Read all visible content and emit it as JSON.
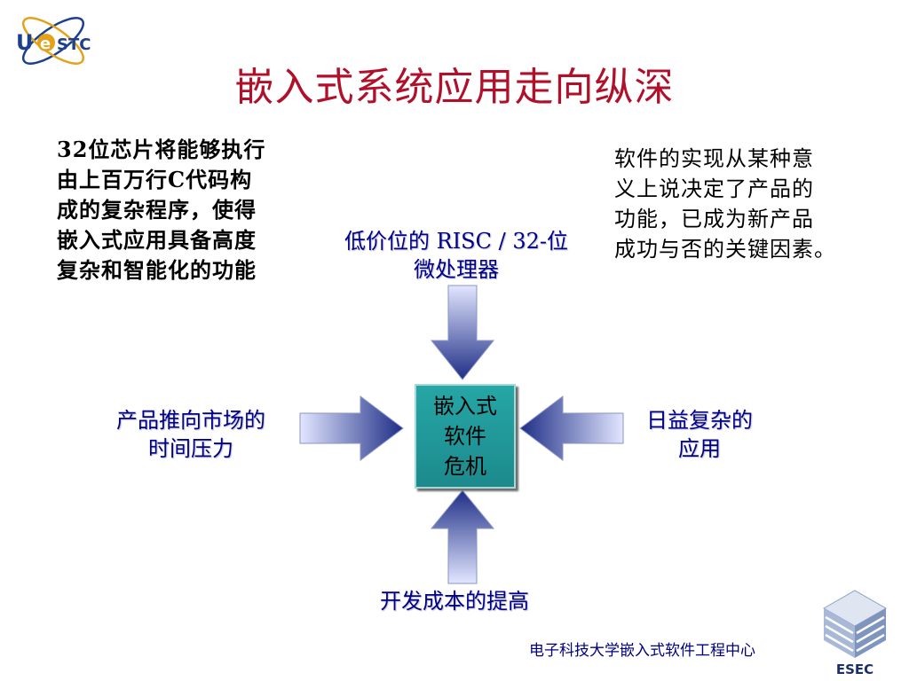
{
  "logo": {
    "text": "UeSTC"
  },
  "title": "嵌入式系统应用走向纵深",
  "left_text": [
    "32位芯片将能够执行",
    "由上百万行C代码构",
    "成的复杂程序，使得",
    "嵌入式应用具备高度",
    "复杂和智能化的功能"
  ],
  "right_text": [
    "软件的实现从某种意",
    "义上说决定了产品的",
    "功能，已成为新产品",
    "成功与否的关键因素。"
  ],
  "diagram": {
    "center": [
      "嵌入式",
      "软件",
      "危机"
    ],
    "top_label": [
      "低价位的 RISC / 32-位",
      "微处理器"
    ],
    "left_label": [
      "产品推向市场的",
      "时间压力"
    ],
    "right_label": [
      "日益复杂的",
      "应用"
    ],
    "bottom_label": "开发成本的提高"
  },
  "footer": "电子科技大学嵌入式软件工程中心",
  "esec_logo": {
    "text": "ESEC"
  },
  "colors": {
    "title": "#b0102a",
    "label": "#000090",
    "box": "#1f9999",
    "arrow_dark": "#1e2e86",
    "arrow_light": "#e2e6ff"
  }
}
